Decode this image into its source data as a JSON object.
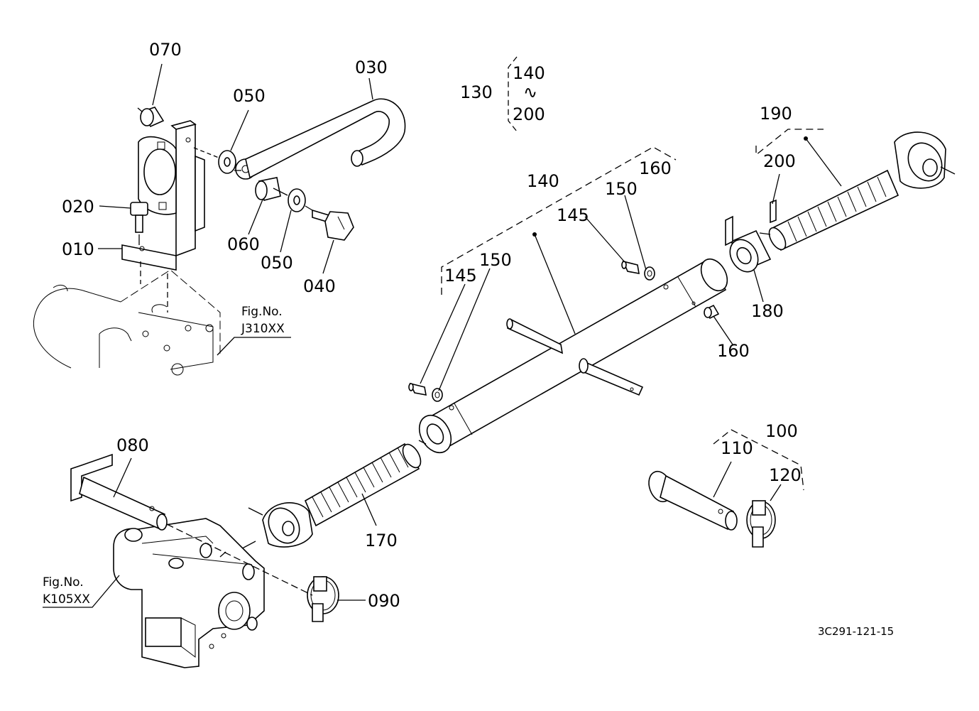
{
  "parts": {
    "p010": "010",
    "p020": "020",
    "p030": "030",
    "p040": "040",
    "p050a": "050",
    "p050b": "050",
    "p060": "060",
    "p070": "070",
    "p080": "080",
    "p090": "090",
    "p100": "100",
    "p110": "110",
    "p120": "120",
    "p130": "130",
    "p140a": "140",
    "p140b": "140",
    "p145a": "145",
    "p145b": "145",
    "p150a": "150",
    "p150b": "150",
    "p160a": "160",
    "p160b": "160",
    "p170": "170",
    "p180": "180",
    "p190": "190",
    "p200a": "200",
    "p200b": "200",
    "tilde": "∿"
  },
  "references": {
    "fig1_line1": "Fig.No.",
    "fig1_line2": "J310XX",
    "fig2_line1": "Fig.No.",
    "fig2_line2": "K105XX"
  },
  "diagram_code": "3C291-121-15"
}
